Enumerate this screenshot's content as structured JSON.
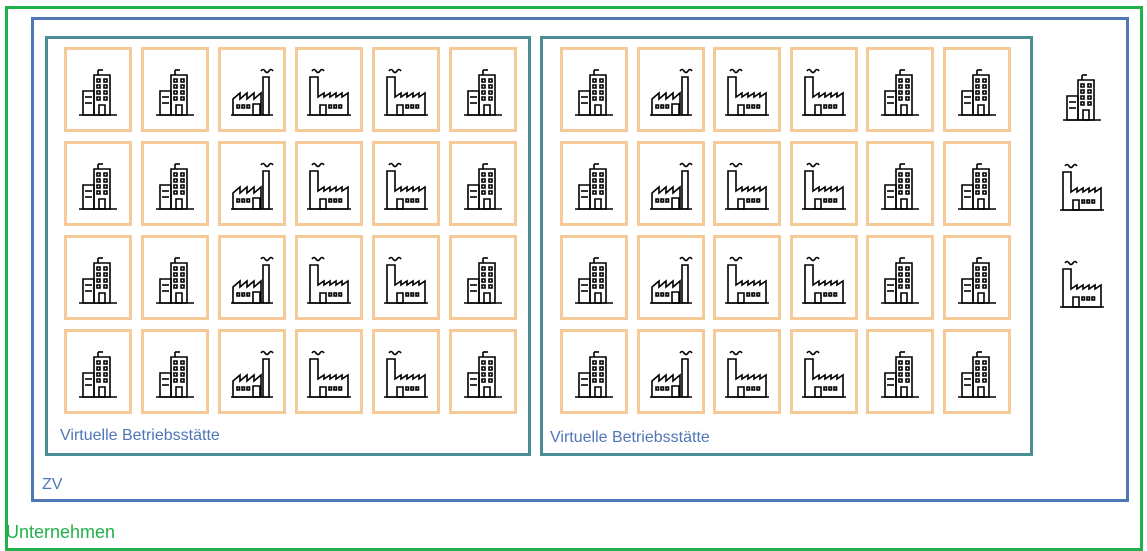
{
  "labels": {
    "company": "Unternehmen",
    "zv": "ZV",
    "virtual_site_1": "Virtuelle Betriebsstätte",
    "virtual_site_2": "Virtuelle Betriebsstätte"
  },
  "colors": {
    "company_border": "#21b04b",
    "zv_border": "#4f76b6",
    "virtual_site_border": "#4a8d93",
    "cell_border": "#f6c998"
  },
  "virtual_sites": [
    {
      "label_key": "virtual_site_1",
      "rows": [
        [
          "office-building-icon",
          "office-building-icon",
          "factory-chimney-icon",
          "factory-tower-icon",
          "factory-tower-icon",
          "office-building-icon"
        ],
        [
          "office-building-icon",
          "office-building-icon",
          "factory-chimney-icon",
          "factory-tower-icon",
          "factory-tower-icon",
          "office-building-icon"
        ],
        [
          "office-building-icon",
          "office-building-icon",
          "factory-chimney-icon",
          "factory-tower-icon",
          "factory-tower-icon",
          "office-building-icon"
        ],
        [
          "office-building-icon",
          "office-building-icon",
          "factory-chimney-icon",
          "factory-tower-icon",
          "factory-tower-icon",
          "office-building-icon"
        ]
      ]
    },
    {
      "label_key": "virtual_site_2",
      "rows": [
        [
          "office-building-icon",
          "factory-chimney-icon",
          "factory-tower-icon",
          "factory-tower-icon",
          "office-building-icon",
          "office-building-icon"
        ],
        [
          "office-building-icon",
          "factory-chimney-icon",
          "factory-tower-icon",
          "factory-tower-icon",
          "office-building-icon",
          "office-building-icon"
        ],
        [
          "office-building-icon",
          "factory-chimney-icon",
          "factory-tower-icon",
          "factory-tower-icon",
          "office-building-icon",
          "office-building-icon"
        ],
        [
          "office-building-icon",
          "factory-chimney-icon",
          "factory-tower-icon",
          "factory-tower-icon",
          "office-building-icon",
          "office-building-icon"
        ]
      ]
    }
  ],
  "standalone_sites": [
    "office-building-icon",
    "factory-tower-icon",
    "factory-tower-icon"
  ]
}
